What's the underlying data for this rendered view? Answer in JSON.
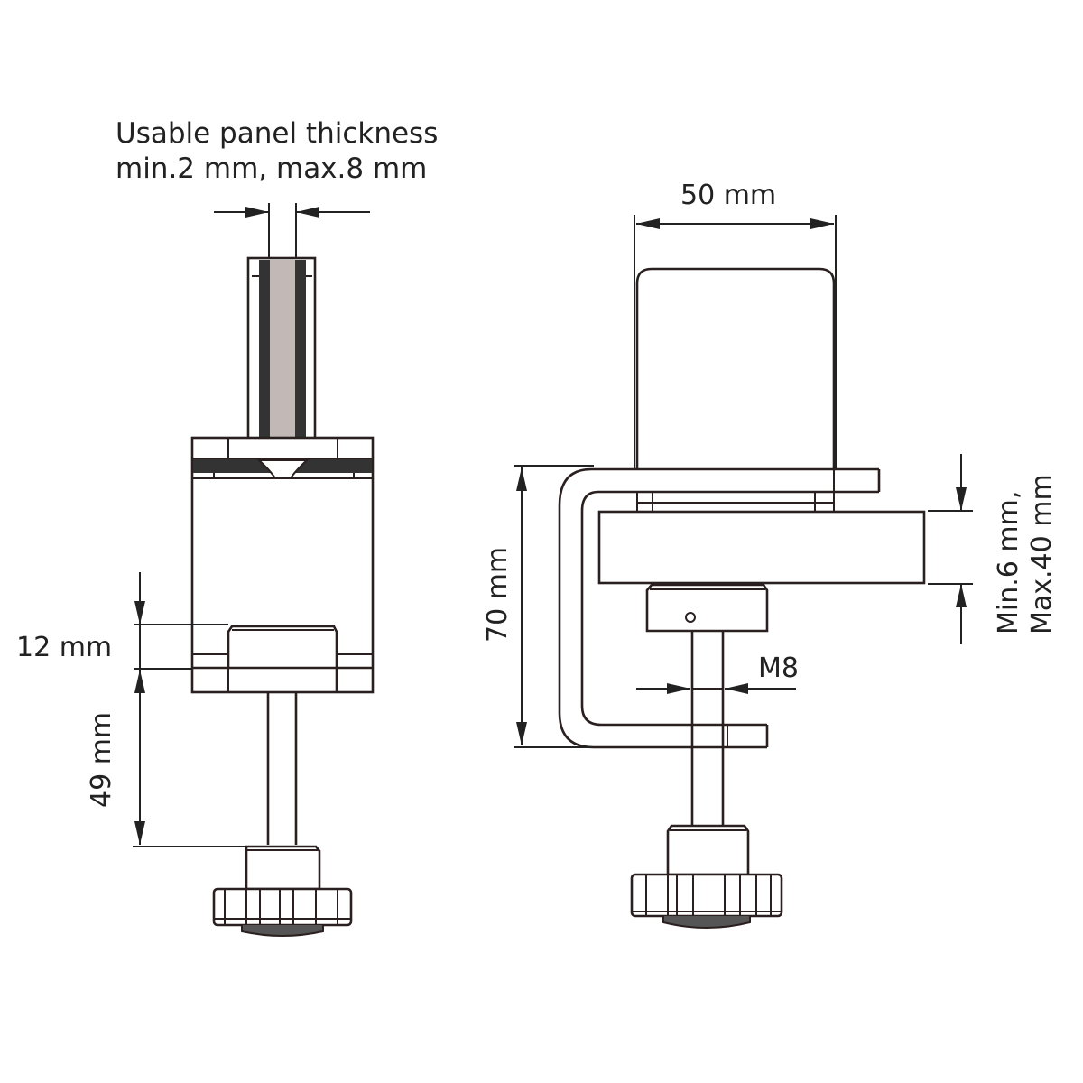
{
  "diagram": {
    "title": "Panel clamp technical drawing",
    "colors": {
      "line": "#2a2020",
      "panel_fill": "#c2b8b6",
      "dark_fill": "#333333",
      "background": "#ffffff"
    },
    "left_view": {
      "label_line1": "Usable panel thickness",
      "label_line2": "min.2 mm, max.8 mm",
      "dim_clamp_height": "12 mm",
      "dim_screw_travel": "49 mm"
    },
    "right_view": {
      "dim_width": "50 mm",
      "dim_height": "70 mm",
      "dim_desk_line1": "Min.6 mm,",
      "dim_desk_line2": "Max.40 mm",
      "dim_thread": "M8"
    }
  }
}
